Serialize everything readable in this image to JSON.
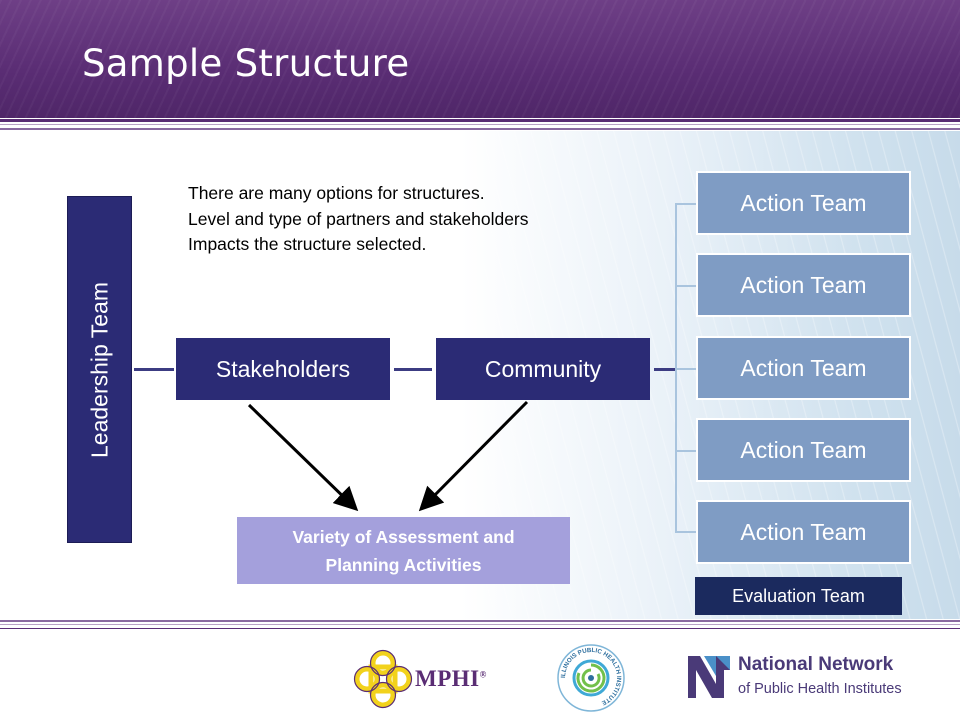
{
  "slide": {
    "title": "Sample Structure"
  },
  "diagram": {
    "leadership_label": "Leadership Team",
    "intro_lines": [
      "There are many options for structures.",
      "Level and type of partners and stakeholders",
      "Impacts the structure selected."
    ],
    "stakeholders_label": "Stakeholders",
    "community_label": "Community",
    "action_teams": [
      "Action Team",
      "Action Team",
      "Action Team",
      "Action Team",
      "Action Team"
    ],
    "evaluation_label": "Evaluation Team",
    "activities_lines": [
      "Variety of Assessment and",
      "Planning Activities"
    ]
  },
  "logos": {
    "mphi_text": "MPHI",
    "mphi_mark": "®",
    "ilph_ring_text": "ILLINOIS PUBLIC HEALTH INSTITUTE",
    "nnphi_title": "National Network",
    "nnphi_subtitle": "of Public Health Institutes",
    "nnphi_icon": "nn-monogram-icon"
  },
  "colors": {
    "banner_purple": "#5a2d74",
    "navy_box": "#2b2b75",
    "action_blue": "#7f9cc4",
    "evaluation_navy": "#1b2a5e",
    "activities_lavender": "#a4a0dc"
  }
}
